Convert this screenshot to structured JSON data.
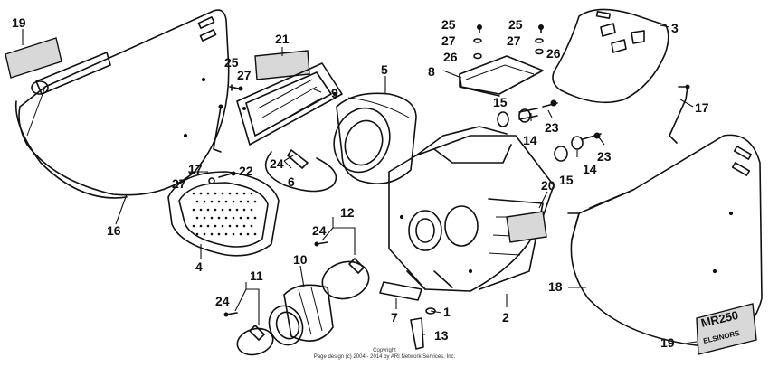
{
  "callouts": [
    {
      "label": "19"
    },
    {
      "label": "21"
    },
    {
      "label": "25"
    },
    {
      "label": "27"
    },
    {
      "label": "9"
    },
    {
      "label": "5"
    },
    {
      "label": "25"
    },
    {
      "label": "27"
    },
    {
      "label": "26"
    },
    {
      "label": "8"
    },
    {
      "label": "25"
    },
    {
      "label": "27"
    },
    {
      "label": "26"
    },
    {
      "label": "3"
    },
    {
      "label": "15"
    },
    {
      "label": "14"
    },
    {
      "label": "23"
    },
    {
      "label": "15"
    },
    {
      "label": "14"
    },
    {
      "label": "23"
    },
    {
      "label": "17"
    },
    {
      "label": "24"
    },
    {
      "label": "6"
    },
    {
      "label": "17"
    },
    {
      "label": "27"
    },
    {
      "label": "22"
    },
    {
      "label": "16"
    },
    {
      "label": "20"
    },
    {
      "label": "12"
    },
    {
      "label": "24"
    },
    {
      "label": "4"
    },
    {
      "label": "10"
    },
    {
      "label": "11"
    },
    {
      "label": "24"
    },
    {
      "label": "7"
    },
    {
      "label": "1"
    },
    {
      "label": "2"
    },
    {
      "label": "18"
    },
    {
      "label": "13"
    },
    {
      "label": "19"
    }
  ],
  "decals": {
    "top": "MR250",
    "bottom": "ELSINORE"
  },
  "copyright": {
    "line1": "Copyright",
    "line2": "Page design (c) 2004 - 2014 by ARI Network Services, Inc."
  }
}
